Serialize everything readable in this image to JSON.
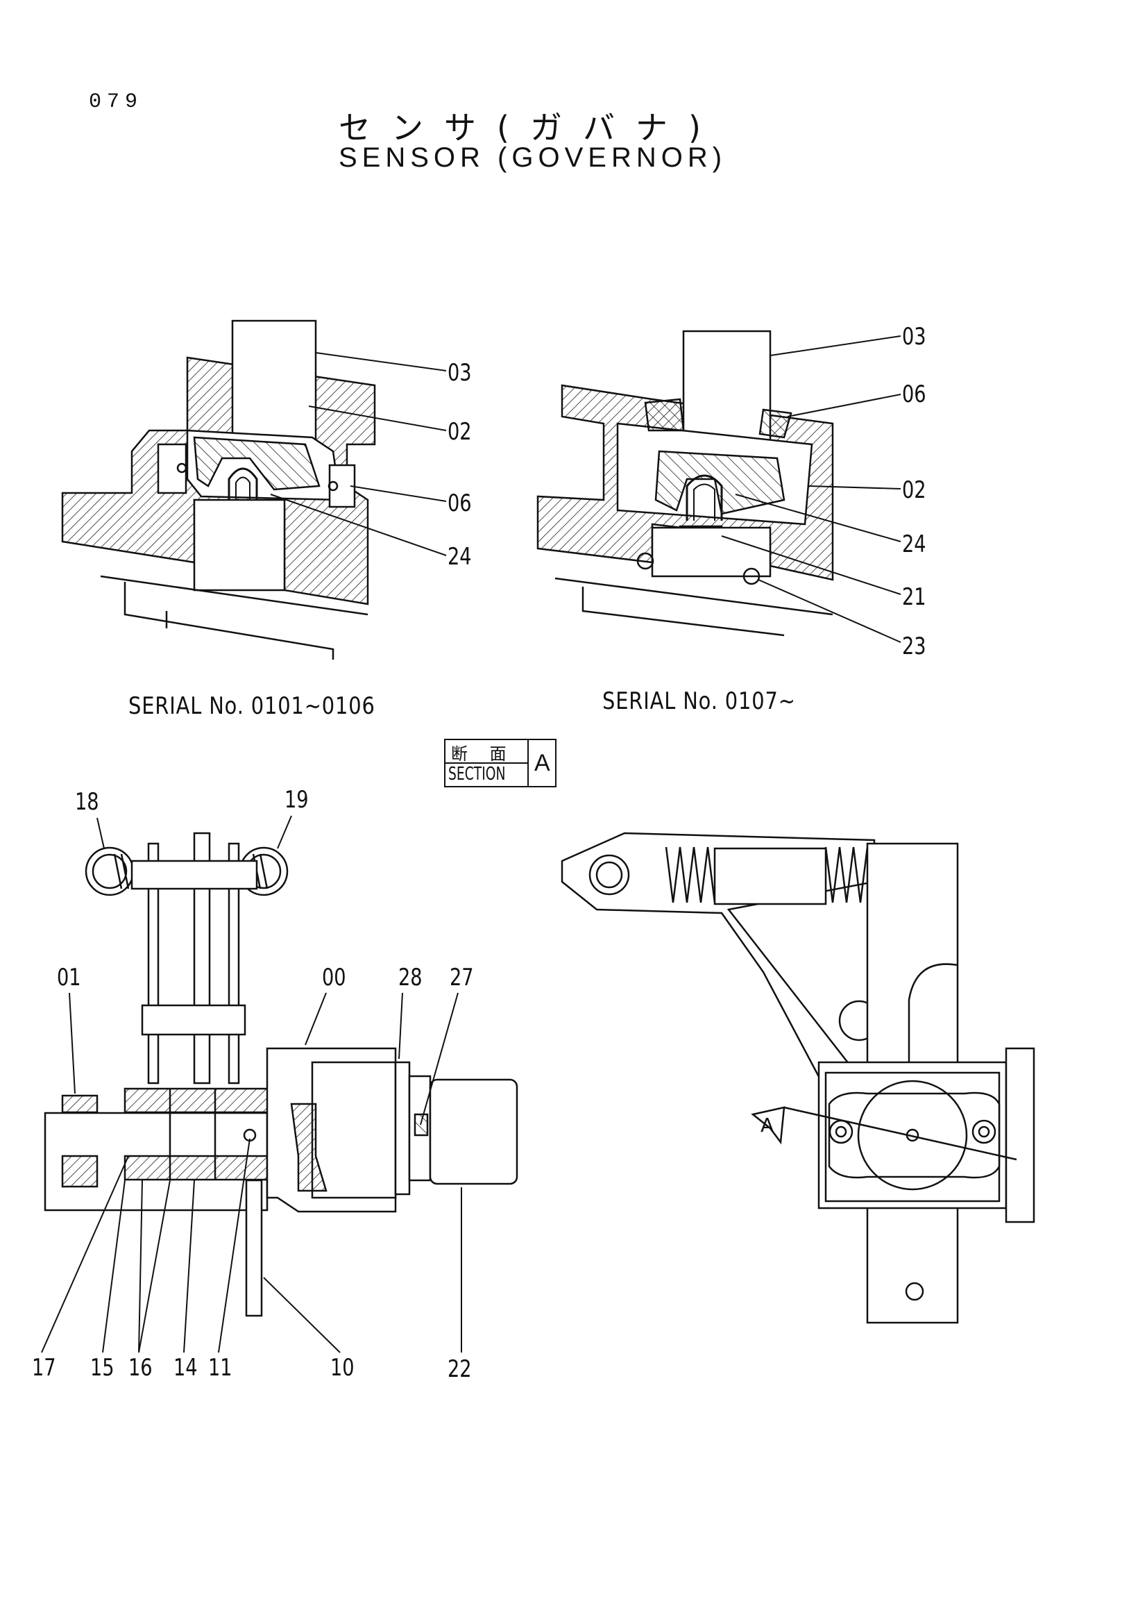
{
  "page_number": "079",
  "title_jp": "センサ(ガバナ)",
  "title_en": "SENSOR (GOVERNOR)",
  "serial_left": "SERIAL No. 0101~0106",
  "serial_right": "SERIAL No. 0107~",
  "section_box": {
    "jp": "断 面",
    "en": "SECTION",
    "letter": "A"
  },
  "view_marker": "A",
  "callouts": {
    "top_left": [
      "03",
      "02",
      "06",
      "24"
    ],
    "top_right": [
      "03",
      "06",
      "02",
      "24",
      "21",
      "23"
    ],
    "bottom_left": [
      "18",
      "19",
      "01",
      "00",
      "28",
      "27",
      "17",
      "15",
      "16",
      "14",
      "11",
      "10",
      "22"
    ]
  }
}
